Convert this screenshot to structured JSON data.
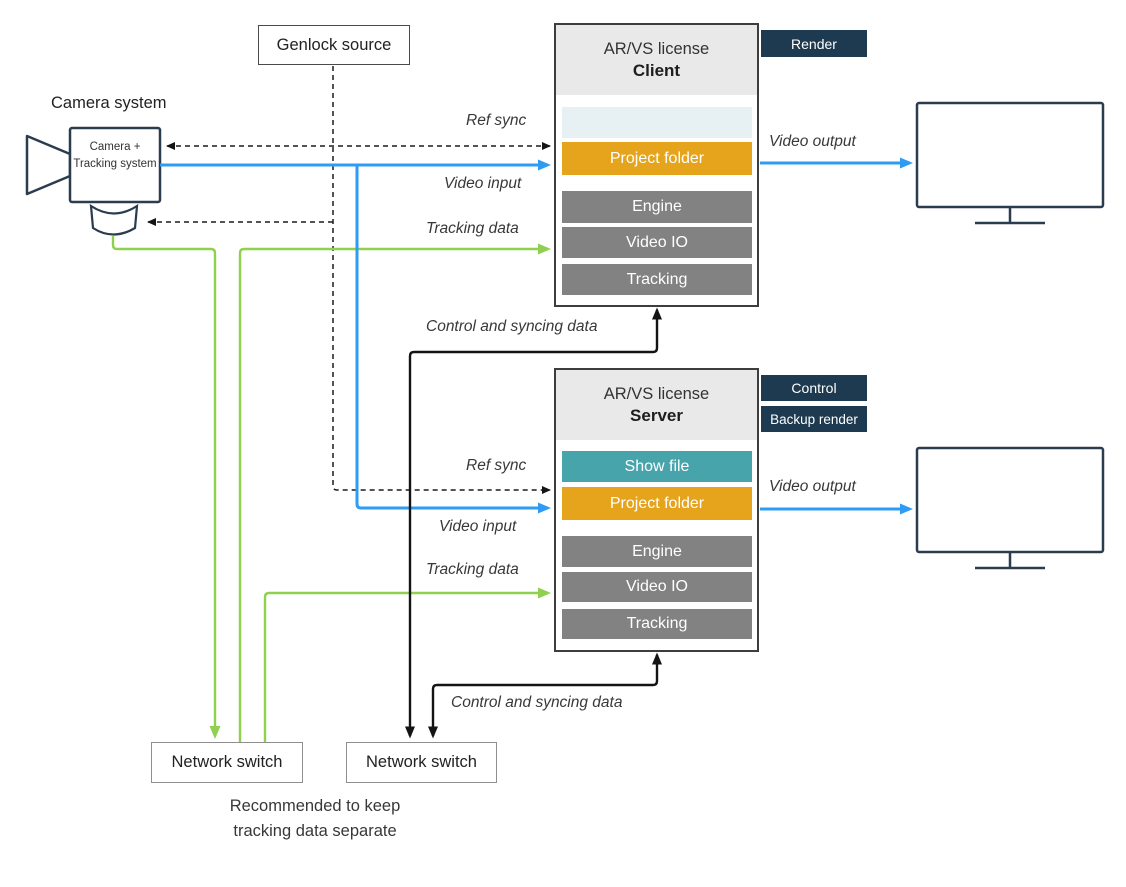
{
  "nodes": {
    "camera": {
      "title": "Camera system",
      "body": "Camera + Tracking system"
    },
    "genlock": {
      "label": "Genlock source"
    },
    "client": {
      "license": "AR/VS license",
      "name": "Client",
      "rows": {
        "slot": "",
        "project_folder": "Project folder",
        "engine": "Engine",
        "video_io": "Video IO",
        "tracking": "Tracking"
      },
      "badges": [
        "Render"
      ]
    },
    "server": {
      "license": "AR/VS license",
      "name": "Server",
      "rows": {
        "show_file": "Show file",
        "project_folder": "Project folder",
        "engine": "Engine",
        "video_io": "Video IO",
        "tracking": "Tracking"
      },
      "badges": [
        "Control",
        "Backup render"
      ]
    },
    "switch_left": {
      "label": "Network switch"
    },
    "switch_right": {
      "label": "Network switch"
    },
    "monitors": {
      "count": 2
    }
  },
  "flows": {
    "ref_sync": "Ref sync",
    "video_input": "Video input",
    "tracking_data": "Tracking data",
    "control_syncing": "Control and syncing data",
    "video_output": "Video output"
  },
  "note": {
    "line1": "Recommended to keep",
    "line2": "tracking data separate"
  },
  "colors": {
    "video_blue": "#2e9cf4",
    "tracking_green": "#8fd04e",
    "badge_navy": "#1d3a50",
    "show_file_teal": "#47a4ab",
    "project_orange": "#e5a41b",
    "module_gray": "#828282",
    "header_gray": "#e9e9e9",
    "empty_slot_blue": "#e7f1f4",
    "device_outline": "#2a3c4e"
  }
}
